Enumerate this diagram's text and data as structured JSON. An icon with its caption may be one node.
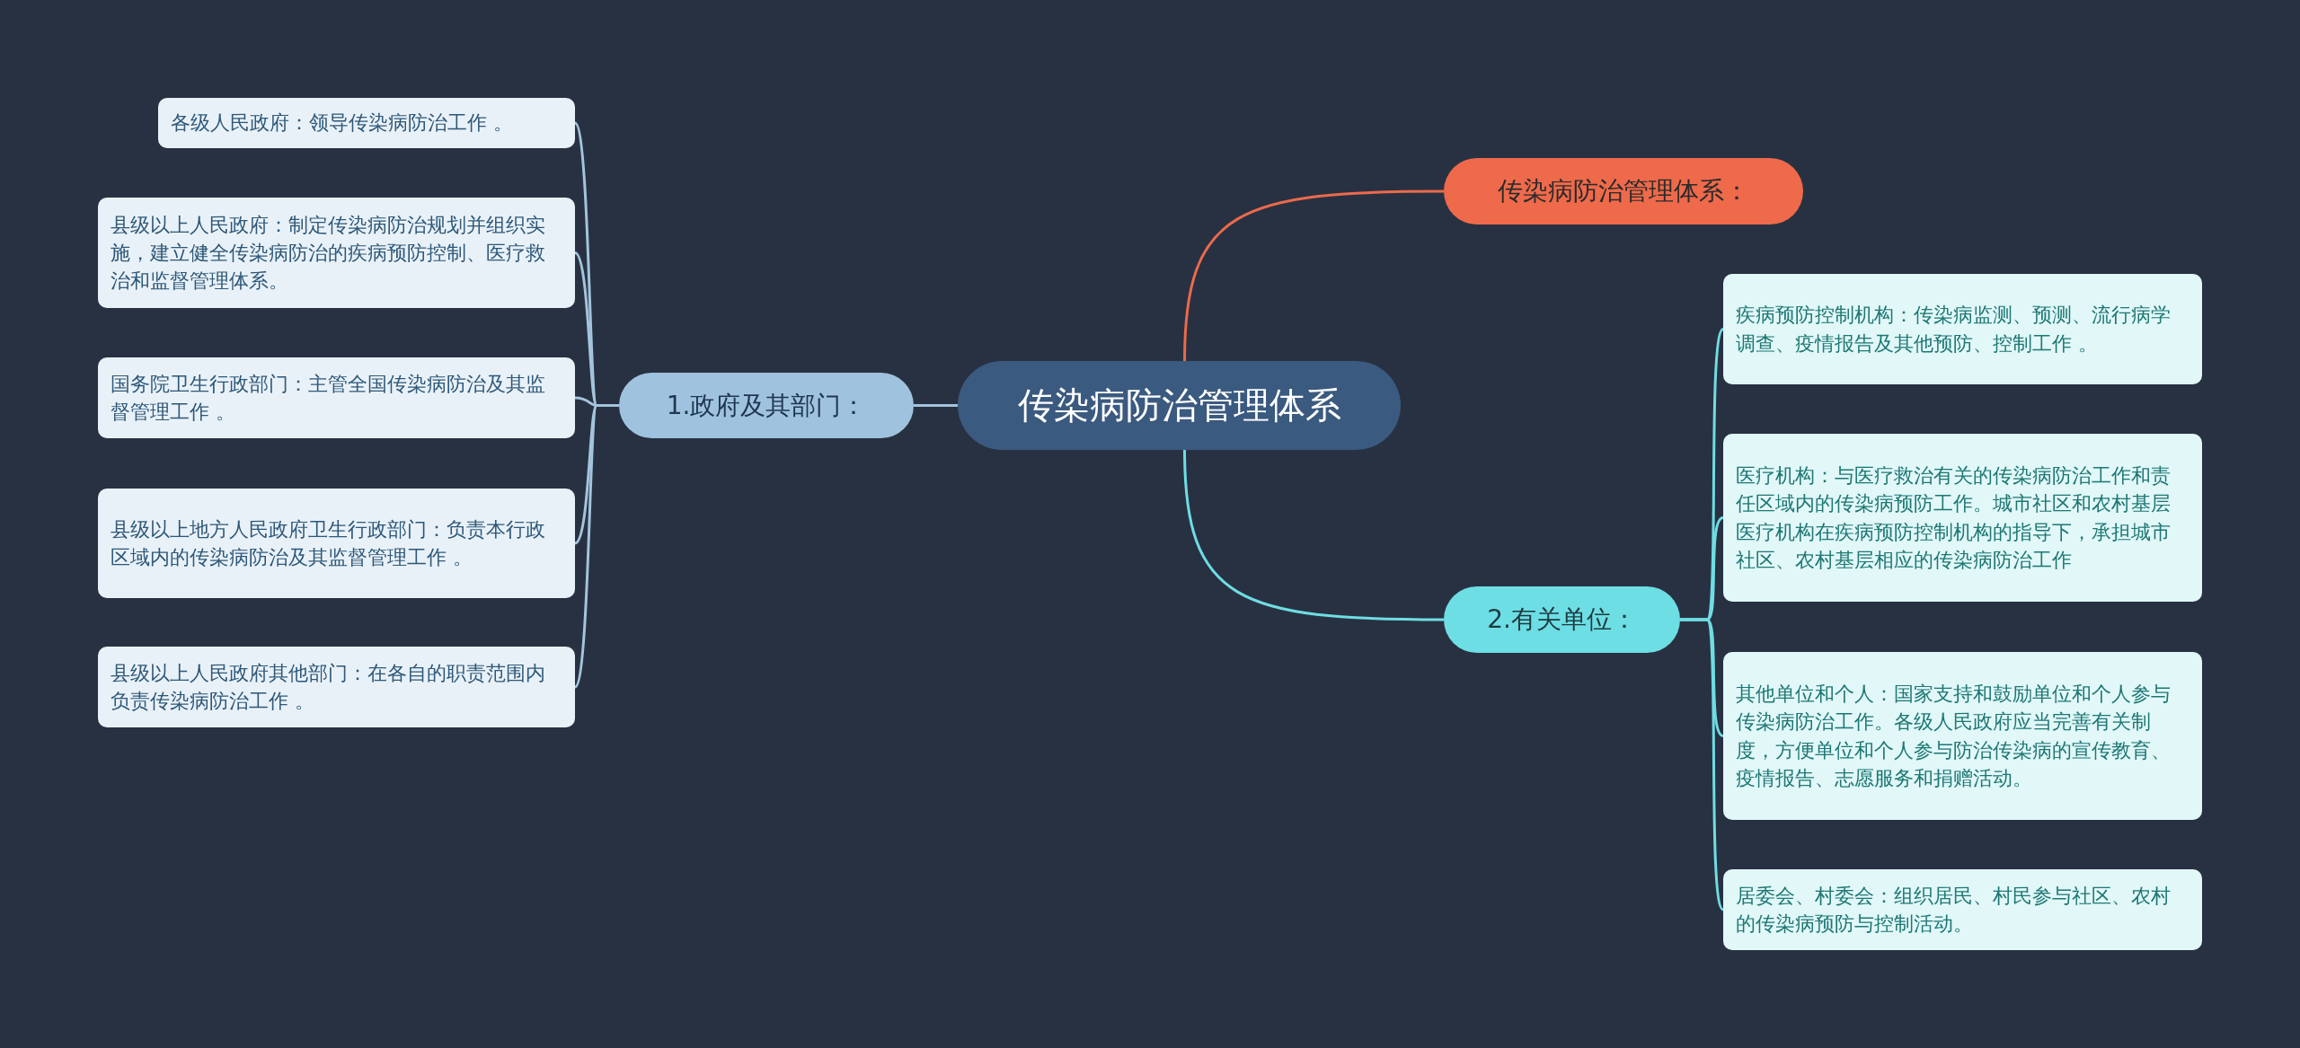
{
  "diagram": {
    "nodes": [
      {
        "text": [
          "传染病防治管理体系"
        ]
      },
      {
        "text": [
          "传染病防治管理体系："
        ]
      },
      {
        "text": [
          "1.政府及其部门："
        ]
      },
      {
        "text": [
          "各级人民政府：领导传染病防治工作 。"
        ]
      },
      {
        "text": [
          "县级以上人民政府：制定传染病防治规划并组织实施，建立健全传染病防治的疾病预防控制、医疗救治和监督管理体系。"
        ]
      },
      {
        "text": [
          "国务院卫生行政部门：主管全国传染病防治及其监督管理工作 。"
        ]
      },
      {
        "text": [
          "县级以上地方人民政府卫生行政部门：负责本行政区域内的传染病防治及其监督管理工作 。"
        ]
      },
      {
        "text": [
          "县级以上人民政府其他部门：在各自的职责范围内负责传染病防治工作 。"
        ]
      },
      {
        "text": [
          "2.有关单位："
        ]
      },
      {
        "text": [
          "疾病预防控制机构：传染病监测、预测、流行病学调查、疫情报告及其他预防、控制工作 。"
        ]
      },
      {
        "text": [
          "医疗机构：与医疗救治有关的传染病防治工作和责任区域内的传染病预防工作。城市社区和农村基层医疗机构在疾病预防控制机构的指导下，承担城市社区、农村基层相应的传染病防治工作"
        ]
      },
      {
        "text": [
          "其他单位和个人：国家支持和鼓励单位和个人参与传染病防治工作。各级人民政府应当完善有关制度，方便单位和个人参与防治传染病的宣传教育、疫情报告、志愿服务和捐赠活动。"
        ]
      },
      {
        "text": [
          "居委会、村委会：组织居民、村民参与社区、农村的传染病预防与控制活动。"
        ]
      }
    ],
    "edges": [
      {
        "from": 0,
        "to": 1,
        "arrow": "none",
        "color": "#ec6a4c"
      },
      {
        "from": 0,
        "to": 2,
        "arrow": "none",
        "color": "#a3c4dc"
      },
      {
        "from": 0,
        "to": 8,
        "arrow": "none",
        "color": "#6fdde3"
      },
      {
        "from": 2,
        "to": 3,
        "arrow": "none",
        "color": "#a3c4dc"
      },
      {
        "from": 2,
        "to": 4,
        "arrow": "none",
        "color": "#a3c4dc"
      },
      {
        "from": 2,
        "to": 5,
        "arrow": "none",
        "color": "#a3c4dc"
      },
      {
        "from": 2,
        "to": 6,
        "arrow": "none",
        "color": "#a3c4dc"
      },
      {
        "from": 2,
        "to": 7,
        "arrow": "none",
        "color": "#a3c4dc"
      },
      {
        "from": 8,
        "to": 9,
        "arrow": "none",
        "color": "#6fdde3"
      },
      {
        "from": 8,
        "to": 10,
        "arrow": "none",
        "color": "#6fdde3"
      },
      {
        "from": 8,
        "to": 11,
        "arrow": "none",
        "color": "#6fdde3"
      },
      {
        "from": 8,
        "to": 12,
        "arrow": "none",
        "color": "#6fdde3"
      }
    ]
  }
}
